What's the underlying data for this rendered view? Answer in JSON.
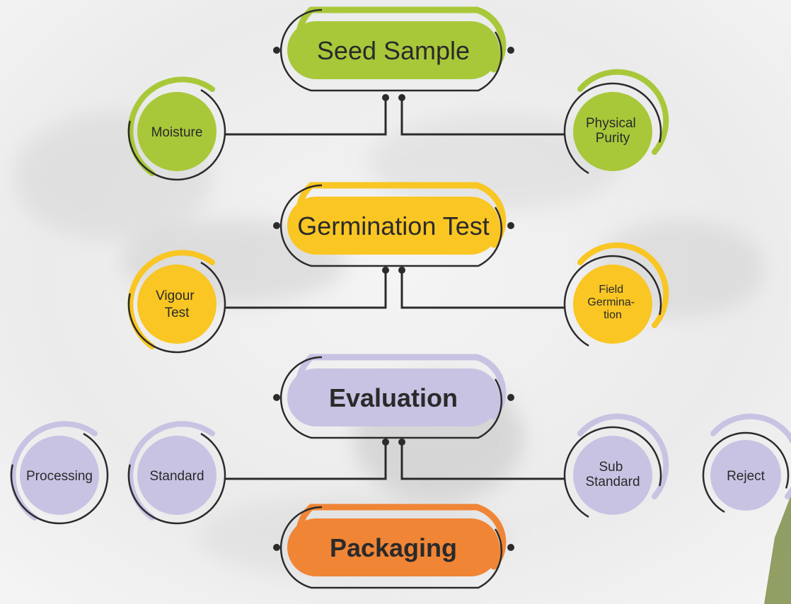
{
  "colors": {
    "green": "#a8c83a",
    "yellow": "#f9c623",
    "lavender": "#c8c3e3",
    "orange": "#f08536",
    "line": "#2b2b2b",
    "background": "#eeeeee"
  },
  "stages": {
    "seed_sample": {
      "label": "Seed Sample",
      "color": "green"
    },
    "germination_test": {
      "label": "Germination Test",
      "color": "yellow"
    },
    "evaluation": {
      "label": "Evaluation",
      "color": "lavender"
    },
    "packaging": {
      "label": "Packaging",
      "color": "orange"
    }
  },
  "tests": {
    "moisture": {
      "lines": [
        "Moisture"
      ],
      "color": "green"
    },
    "physical_purity": {
      "lines": [
        "Physical",
        "Purity"
      ],
      "color": "green"
    },
    "vigour_test": {
      "lines": [
        "Vigour",
        "Test"
      ],
      "color": "yellow"
    },
    "field_germination": {
      "lines": [
        "Field",
        "Germina-",
        "tion"
      ],
      "color": "yellow"
    },
    "processing": {
      "lines": [
        "Processing"
      ],
      "color": "lavender"
    },
    "standard": {
      "lines": [
        "Standard"
      ],
      "color": "lavender"
    },
    "sub_standard": {
      "lines": [
        "Sub",
        "Standard"
      ],
      "color": "lavender"
    },
    "reject": {
      "lines": [
        "Reject"
      ],
      "color": "lavender"
    }
  }
}
